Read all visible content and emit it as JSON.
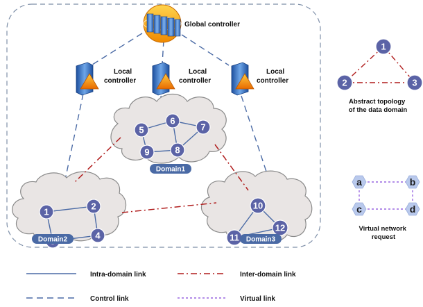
{
  "global_controller": {
    "label": "Global controller"
  },
  "local_controllers": [
    {
      "label_line1": "Local",
      "label_line2": "controller"
    },
    {
      "label_line1": "Local",
      "label_line2": "controller"
    },
    {
      "label_line1": "Local",
      "label_line2": "controller"
    }
  ],
  "domains": [
    {
      "name": "Domain1",
      "nodes": [
        "5",
        "6",
        "7",
        "9",
        "8"
      ]
    },
    {
      "name": "Domain2",
      "nodes": [
        "1",
        "2",
        "3",
        "4"
      ]
    },
    {
      "name": "Domain3",
      "nodes": [
        "10",
        "12",
        "11"
      ]
    }
  ],
  "abstract_topology": {
    "nodes": [
      "1",
      "2",
      "3"
    ],
    "caption_line1": "Abstract topology",
    "caption_line2": "of the data domain"
  },
  "virtual_request": {
    "nodes": [
      "a",
      "b",
      "c",
      "d"
    ],
    "caption_line1": "Virtual network",
    "caption_line2": "request"
  },
  "legend": {
    "intra_domain": "Intra-domain link",
    "inter_domain": "Inter-domain link",
    "control": "Control link",
    "virtual": "Virtual link"
  },
  "colors": {
    "node_fill": "#5b63a6",
    "intra_link": "#4a6aa5",
    "inter_link": "#b01c1c",
    "control_link": "#4a6aa5",
    "virtual_link": "#9966e0",
    "abstract_node": "#5b63a6",
    "hex_fill": "#b9c9ec",
    "domain_tag": "#4a6aa5",
    "cloud_fill": "#e9e5e4",
    "cloud_stroke": "#8a8a8a"
  }
}
